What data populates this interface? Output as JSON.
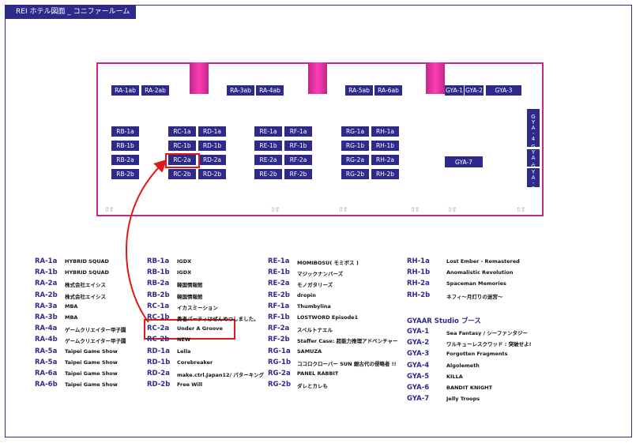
{
  "title": "REI ホテル図面 _ コニファールーム",
  "colors": {
    "navy": "#2e2a8a",
    "magenta": "#c0288a",
    "red": "#e01818",
    "door": "#9a9aa8"
  },
  "door_glyph": "⇧⇧",
  "booths": [
    {
      "id": "RA-1ab",
      "label": "RA-1ab"
    },
    {
      "id": "RA-2ab",
      "label": "RA-2ab"
    },
    {
      "id": "RA-3ab",
      "label": "RA-3ab"
    },
    {
      "id": "RA-4ab",
      "label": "RA-4ab"
    },
    {
      "id": "RA-5ab",
      "label": "RA-5ab"
    },
    {
      "id": "RA-6ab",
      "label": "RA-6ab"
    },
    {
      "id": "GYA-1",
      "label": "GYA-1"
    },
    {
      "id": "GYA-2",
      "label": "GYA-2"
    },
    {
      "id": "GYA-3",
      "label": "GYA-3"
    },
    {
      "id": "RB-1a",
      "label": "RB-1a"
    },
    {
      "id": "RB-1b",
      "label": "RB-1b"
    },
    {
      "id": "RB-2a",
      "label": "RB-2a"
    },
    {
      "id": "RB-2b",
      "label": "RB-2b"
    },
    {
      "id": "RC-1a",
      "label": "RC-1a"
    },
    {
      "id": "RC-1b",
      "label": "RC-1b"
    },
    {
      "id": "RC-2a",
      "label": "RC-2a"
    },
    {
      "id": "RC-2b",
      "label": "RC-2b"
    },
    {
      "id": "RD-1a",
      "label": "RD-1a"
    },
    {
      "id": "RD-1b",
      "label": "RD-1b"
    },
    {
      "id": "RD-2a",
      "label": "RD-2a"
    },
    {
      "id": "RD-2b",
      "label": "RD-2b"
    },
    {
      "id": "RE-1a",
      "label": "RE-1a"
    },
    {
      "id": "RE-1b",
      "label": "RE-1b"
    },
    {
      "id": "RE-2a",
      "label": "RE-2a"
    },
    {
      "id": "RE-2b",
      "label": "RE-2b"
    },
    {
      "id": "RF-1a",
      "label": "RF-1a"
    },
    {
      "id": "RF-1b",
      "label": "RF-1b"
    },
    {
      "id": "RF-2a",
      "label": "RF-2a"
    },
    {
      "id": "RF-2b",
      "label": "RF-2b"
    },
    {
      "id": "RG-1a",
      "label": "RG-1a"
    },
    {
      "id": "RG-1b",
      "label": "RG-1b"
    },
    {
      "id": "RG-2a",
      "label": "RG-2a"
    },
    {
      "id": "RG-2b",
      "label": "RG-2b"
    },
    {
      "id": "RH-1a",
      "label": "RH-1a"
    },
    {
      "id": "RH-1b",
      "label": "RH-1b"
    },
    {
      "id": "RH-2a",
      "label": "RH-2a"
    },
    {
      "id": "RH-2b",
      "label": "RH-2b"
    },
    {
      "id": "GYA-7",
      "label": "GYA-7"
    },
    {
      "id": "GYA-4",
      "label": "GYA-4"
    },
    {
      "id": "GYA-5",
      "label": "GYA-5"
    },
    {
      "id": "GYA-6",
      "label": "GYA-6"
    }
  ],
  "legend": [
    [
      {
        "id": "RA-1a",
        "name": "HYBRID SQUAD"
      },
      {
        "id": "RA-1b",
        "name": "HYBRID SQUAD"
      },
      {
        "id": "RA-2a",
        "name": "株式会社エイシス"
      },
      {
        "id": "RA-2b",
        "name": "株式会社エイシス"
      },
      {
        "id": "RA-3a",
        "name": "MBA"
      },
      {
        "id": "RA-3b",
        "name": "MBA"
      },
      {
        "id": "RA-4a",
        "name": "ゲームクリエイター甲子園"
      },
      {
        "id": "RA-4b",
        "name": "ゲームクリエイター甲子園"
      },
      {
        "id": "RA-5a",
        "name": "Taipei Game Show"
      },
      {
        "id": "RA-5a",
        "name": "Taipei Game Show"
      },
      {
        "id": "RA-6a",
        "name": "Taipei Game Show"
      },
      {
        "id": "RA-6b",
        "name": "Taipei Game Show"
      }
    ],
    [
      {
        "id": "RB-1a",
        "name": "IGDX"
      },
      {
        "id": "RB-1b",
        "name": "IGDX"
      },
      {
        "id": "RB-2a",
        "name": "韓国情報館"
      },
      {
        "id": "RB-2b",
        "name": "韓国情報館"
      },
      {
        "id": "RC-1a",
        "name": "イカスミーション"
      },
      {
        "id": "RC-1b",
        "name": "勇者パーティはぜんめつしました。"
      },
      {
        "id": "RC-2a",
        "name": "Under A Groove"
      },
      {
        "id": "RC-2b",
        "name": "NEW"
      },
      {
        "id": "RD-1a",
        "name": "Leila"
      },
      {
        "id": "RD-1b",
        "name": "Corebreaker"
      },
      {
        "id": "RD-2a",
        "name": "make.ctrl.Japan12/ パターキング"
      },
      {
        "id": "RD-2b",
        "name": "Free Will"
      }
    ],
    [
      {
        "id": "RE-1a",
        "name": "MOMIBOSU( モミボス )"
      },
      {
        "id": "RE-1b",
        "name": "マジックナンバーズ"
      },
      {
        "id": "RE-2a",
        "name": "モノガタリーズ"
      },
      {
        "id": "RE-2b",
        "name": "dropin"
      },
      {
        "id": "RF-1a",
        "name": "Thumbylina"
      },
      {
        "id": "RF-1b",
        "name": "LOSTWORD Episode1"
      },
      {
        "id": "RF-2a",
        "name": "スペルトナエル"
      },
      {
        "id": "RF-2b",
        "name": "Staffer Case: 超能力推理アドベンチャー"
      },
      {
        "id": "RG-1a",
        "name": "SAMUZA"
      },
      {
        "id": "RG-1b",
        "name": "ココロクローバー SUN 銀古代の侵略者 !!"
      },
      {
        "id": "RG-2a",
        "name": "PANEL RABBIT"
      },
      {
        "id": "RG-2b",
        "name": "ダレとカレも"
      }
    ],
    [
      {
        "id": "RH-1a",
        "name": "Lost Ember - Remastered"
      },
      {
        "id": "RH-1b",
        "name": "Anomalistic Revolution"
      },
      {
        "id": "RH-2a",
        "name": "Spaceman Memories"
      },
      {
        "id": "RH-2b",
        "name": "ネフィ〜月灯りの迷宮〜"
      }
    ]
  ],
  "studio": {
    "heading": "GYAAR Studio ブース",
    "items": [
      {
        "id": "GYA-1",
        "name": "Sea Fantasy / シーファンタジー"
      },
      {
        "id": "GYA-2",
        "name": "ワルキューレスクワッド : 突破せよ!"
      },
      {
        "id": "GYA-3",
        "name": "Forgotten Fragments"
      },
      {
        "id": "GYA-4",
        "name": "Algolemeth"
      },
      {
        "id": "GYA-5",
        "name": "KILLA"
      },
      {
        "id": "GYA-6",
        "name": "BANDIT KNIGHT"
      },
      {
        "id": "GYA-7",
        "name": "Jelly Troops"
      }
    ]
  }
}
